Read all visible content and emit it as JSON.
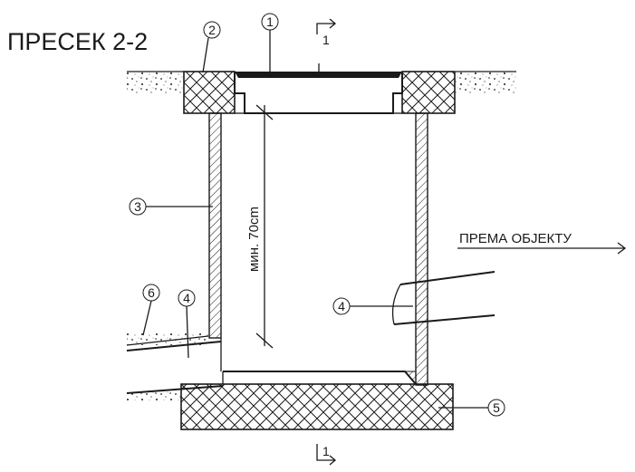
{
  "title": "ПРЕСЕК 2-2",
  "callouts": {
    "c1": "1",
    "c2": "2",
    "c3": "3",
    "c4a": "4",
    "c4b": "4",
    "c5": "5",
    "c6": "6"
  },
  "section_marks": {
    "top": "1",
    "bottom": "1"
  },
  "dimension_label": "мин. 70cm",
  "direction_label": "ПРЕМА ОБЈЕКТУ"
}
